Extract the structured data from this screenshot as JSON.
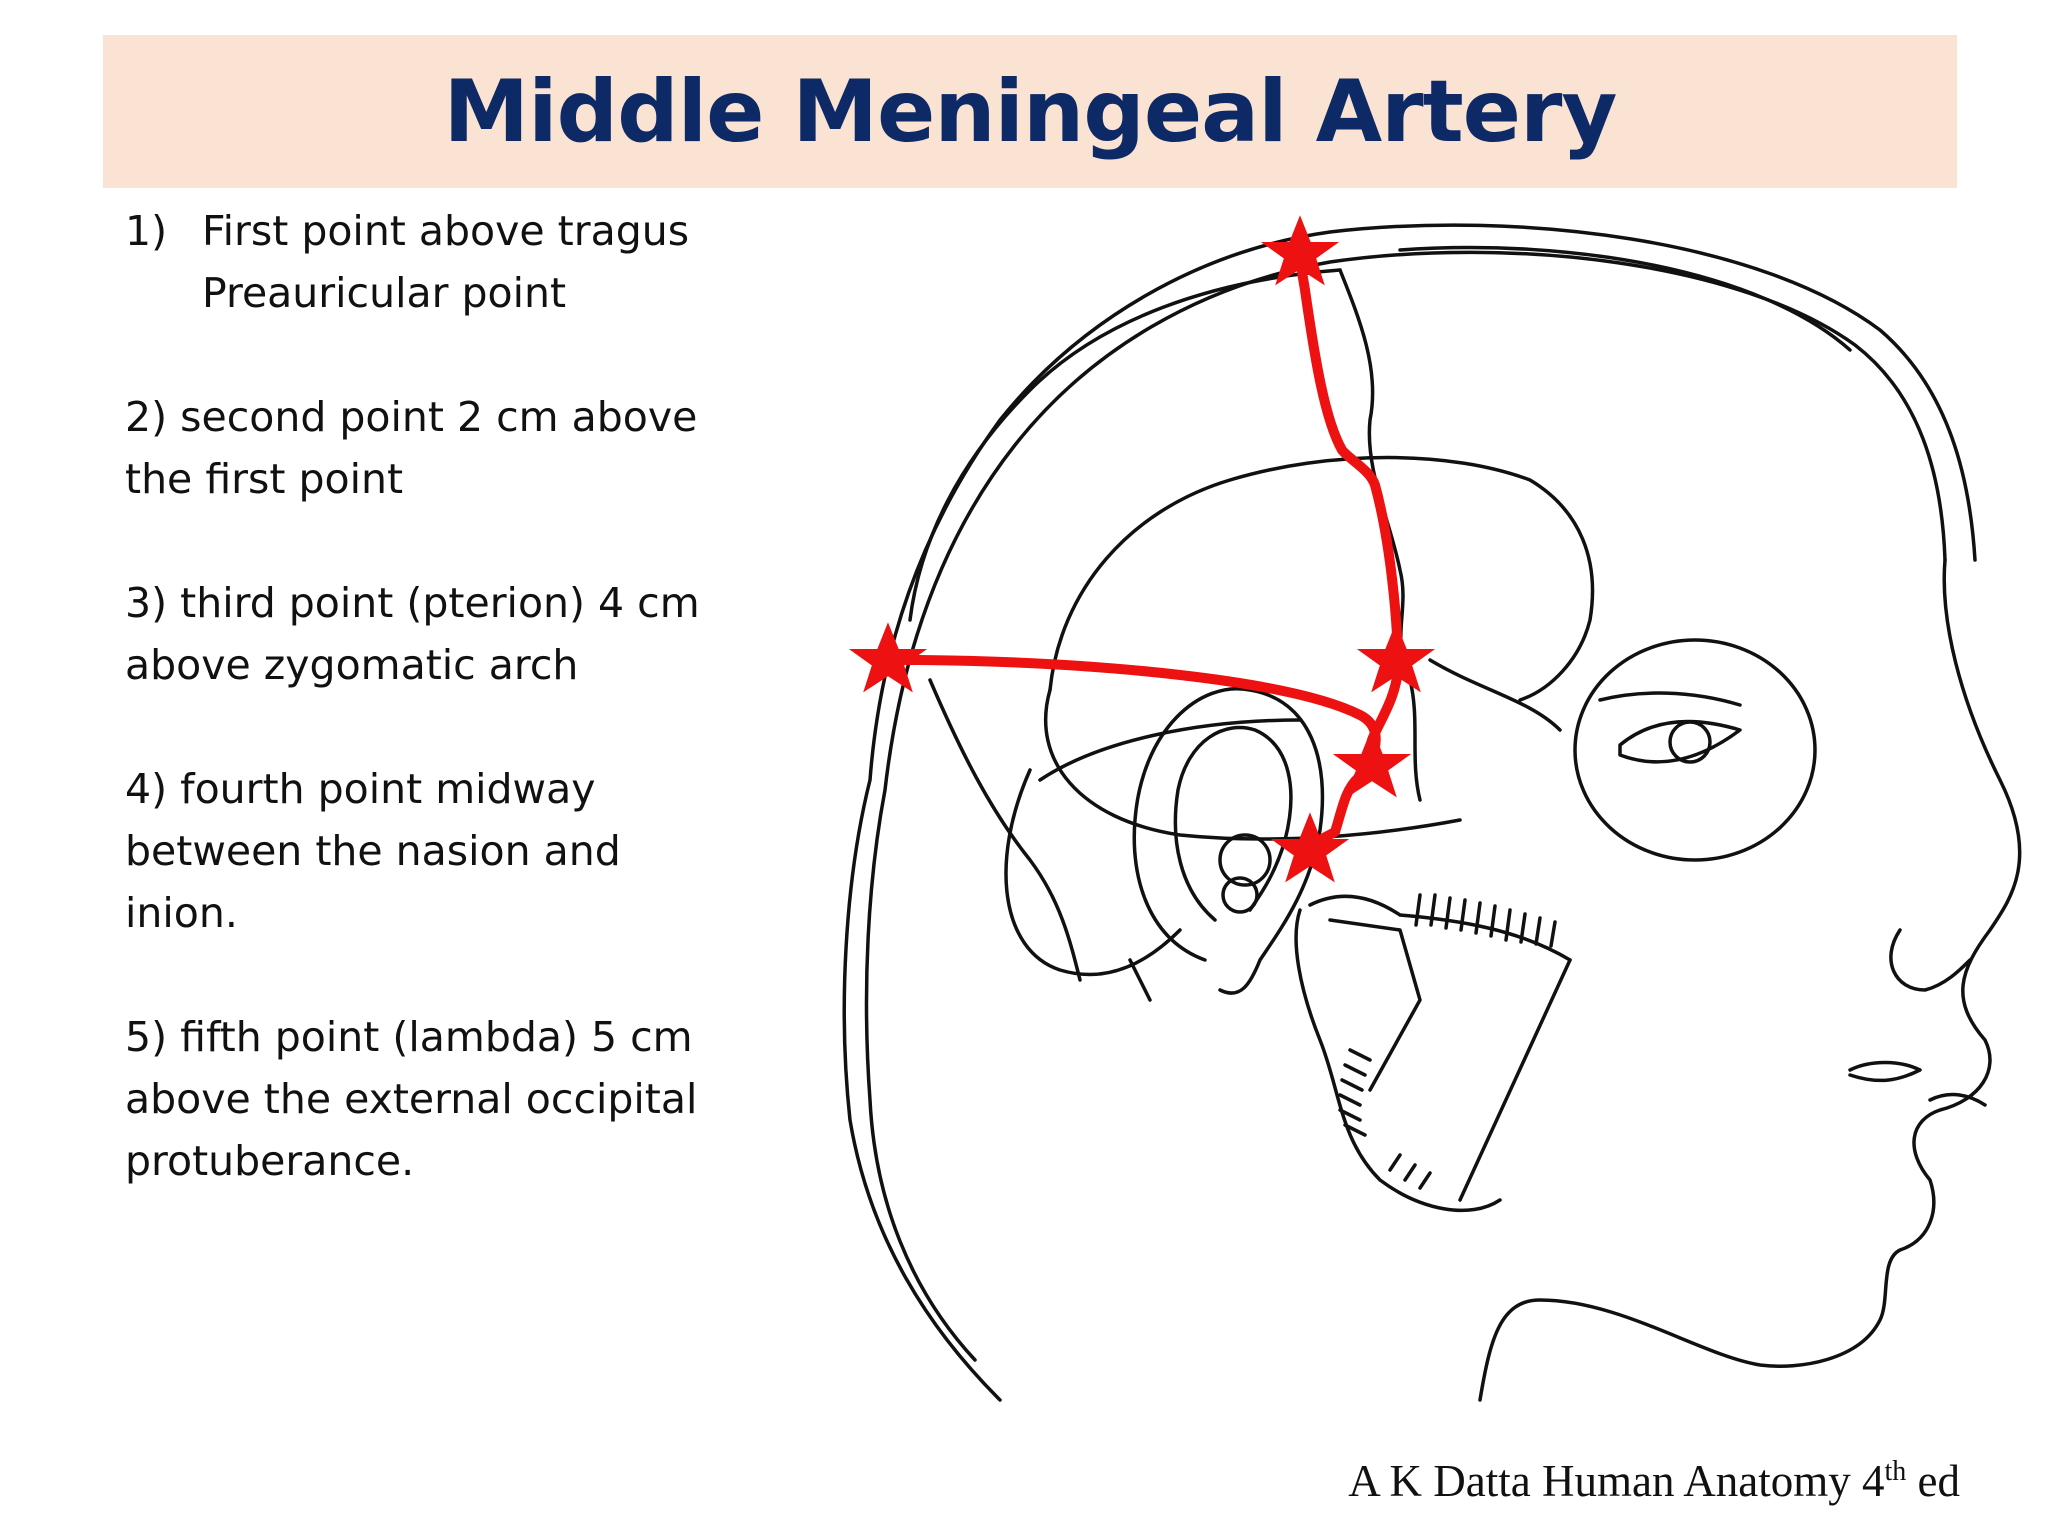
{
  "title": "Middle Meningeal Artery",
  "points": [
    {
      "num": "1)",
      "line1": "First point above tragus",
      "line2": "Preauricular point"
    },
    {
      "num": "2)",
      "text": "second point 2 cm above the first point"
    },
    {
      "num": "3)",
      "text": "third point (pterion) 4 cm above zygomatic arch"
    },
    {
      "num": "4)",
      "text": "fourth point midway between the nasion and inion."
    },
    {
      "num": "5)",
      "text": "fifth point (lambda) 5 cm above the external occipital protuberance."
    }
  ],
  "citation": {
    "main": "A K Datta  Human Anatomy 4",
    "sup": "th",
    "suffix": " ed"
  },
  "colors": {
    "title": "#0d2a66",
    "title_bg": "#fbe3d3",
    "artery": "#ee1111",
    "outline": "#111111"
  }
}
